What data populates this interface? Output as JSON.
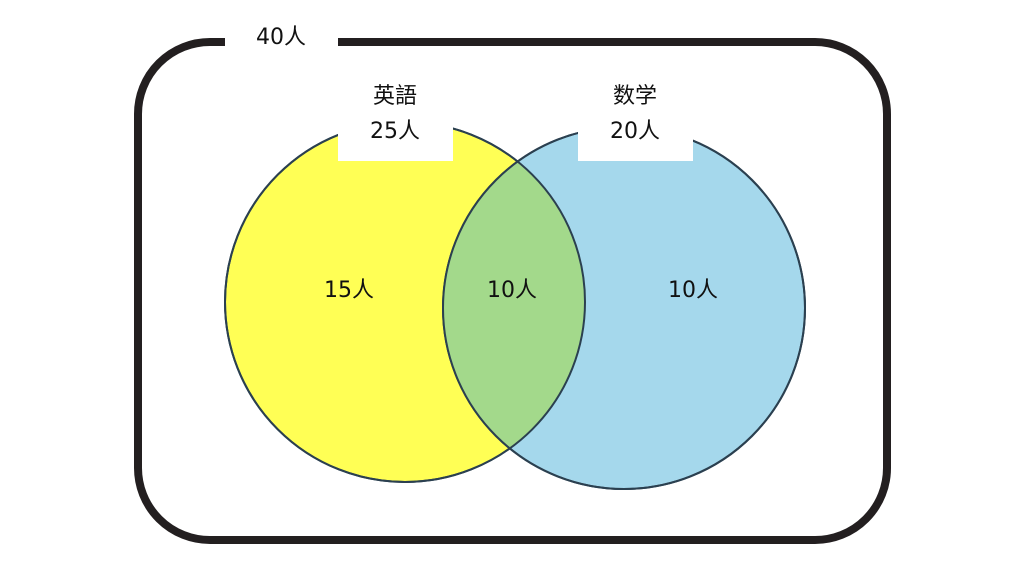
{
  "total": {
    "label": "40人",
    "value": 40
  },
  "sets": [
    {
      "name": "英語",
      "count_label": "25人",
      "value": 25,
      "color": "#ffff55"
    },
    {
      "name": "数学",
      "count_label": "20人",
      "value": 20,
      "color": "#a5d8ec"
    }
  ],
  "regions": {
    "english_only": "15人",
    "both": "10人",
    "math_only": "10人"
  },
  "colors": {
    "overlap": "#a3d98b",
    "circle_stroke": "#2b4050",
    "frame": "#231f20"
  }
}
